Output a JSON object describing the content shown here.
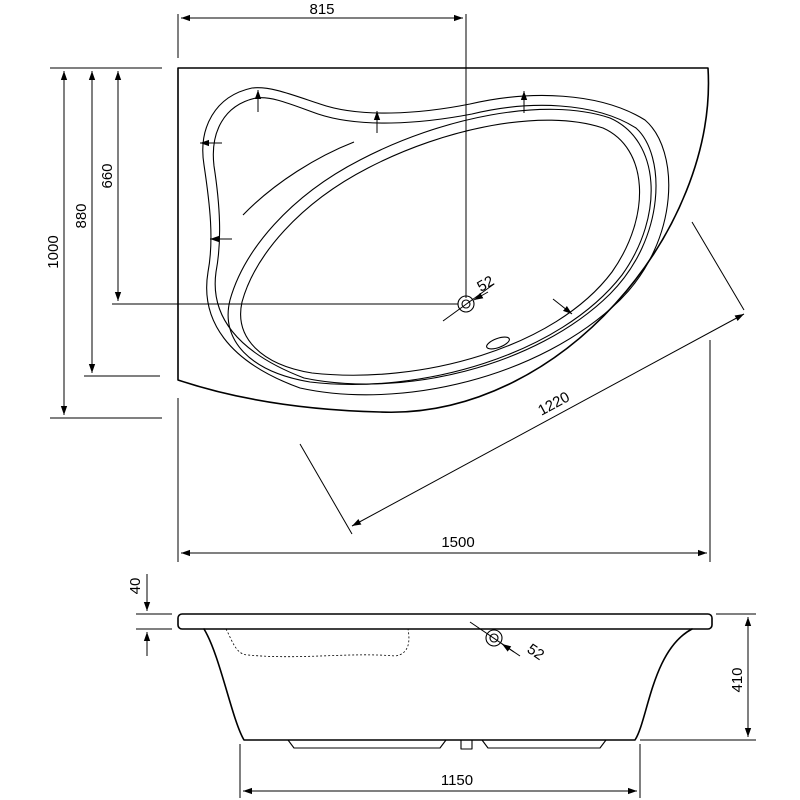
{
  "plan_view": {
    "dimensions": {
      "drain_offset_from_left": "815",
      "total_depth": "1000",
      "inner_depth": "880",
      "drain_depth": "660",
      "drain_diameter": "52",
      "diagonal_length": "1220",
      "total_width": "1500"
    }
  },
  "side_view": {
    "dimensions": {
      "rim_thickness": "40",
      "drain_diameter": "52",
      "height": "410",
      "base_width": "1150"
    }
  }
}
